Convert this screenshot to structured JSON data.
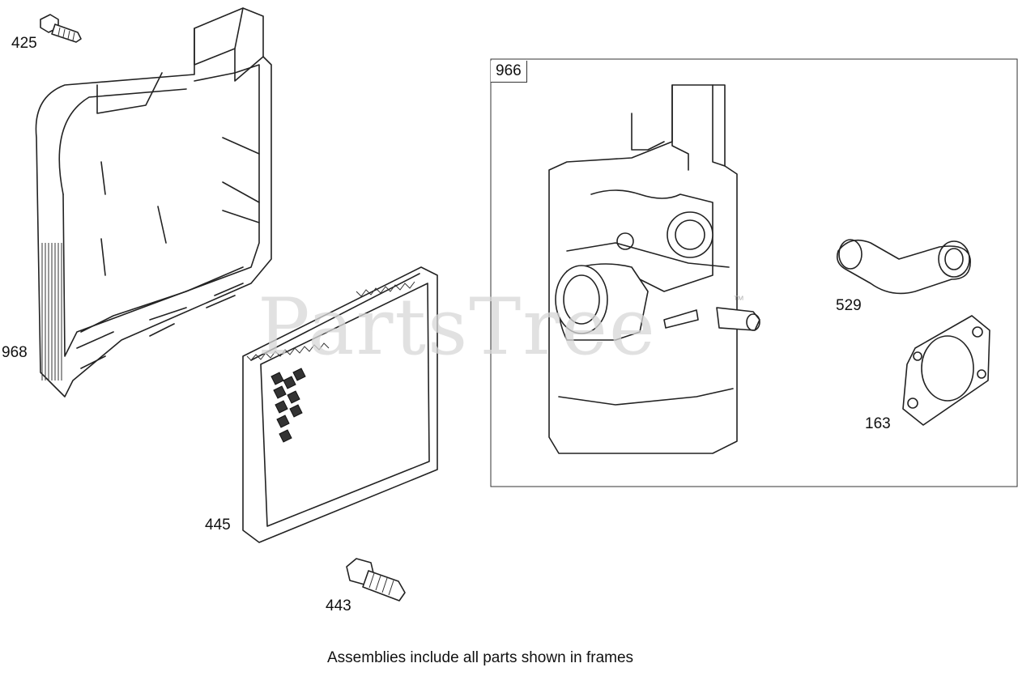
{
  "frame": {
    "label": "966"
  },
  "parts": [
    {
      "id": "425"
    },
    {
      "id": "968"
    },
    {
      "id": "445"
    },
    {
      "id": "443"
    },
    {
      "id": "529"
    },
    {
      "id": "163"
    }
  ],
  "watermark": "PartsTree",
  "trademark": "™",
  "footer": "Assemblies include all parts shown in frames"
}
